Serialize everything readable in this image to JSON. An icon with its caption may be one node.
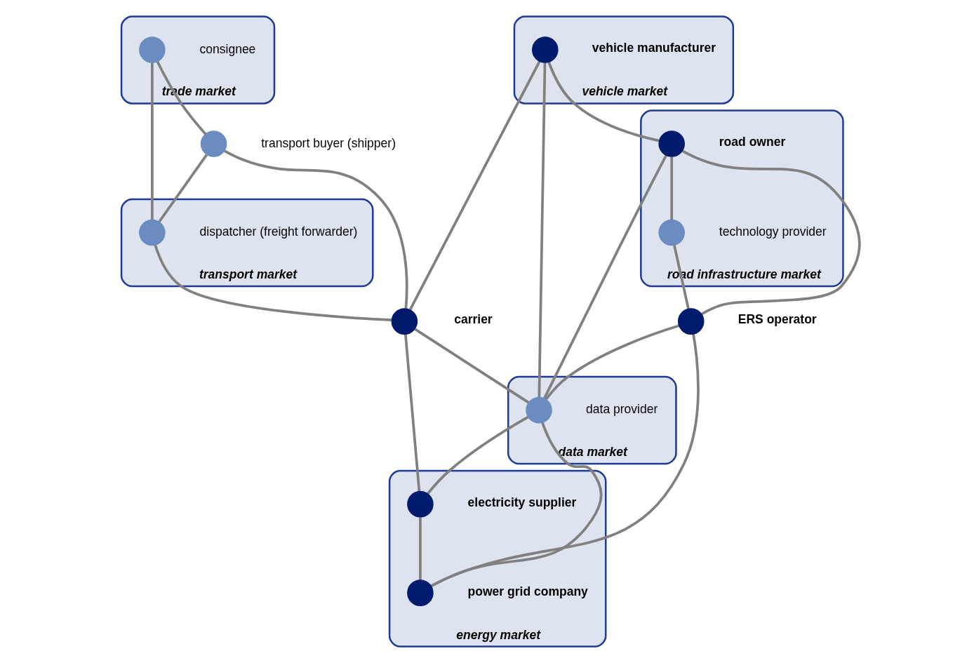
{
  "diagram": {
    "nodes": [
      {
        "text": [
          "trade market"
        ]
      },
      {
        "text": [],
        "shape": "circle",
        "beside": [
          "consignee"
        ],
        "in": 0
      },
      {
        "text": [],
        "shape": "circle",
        "beside": [
          "transport buyer (shipper)"
        ]
      },
      {
        "text": [
          "vehicle market"
        ]
      },
      {
        "text": [],
        "shape": "circle",
        "beside": [
          "vehicle manufacturer"
        ],
        "in": 3
      },
      {
        "text": [
          "road infrastructure market"
        ]
      },
      {
        "text": [],
        "shape": "circle",
        "beside": [
          "road owner"
        ],
        "in": 5
      },
      {
        "text": [],
        "shape": "circle",
        "beside": [
          "technology provider"
        ],
        "in": 5
      },
      {
        "text": [],
        "shape": "circle",
        "beside": [
          "ERS operator"
        ]
      },
      {
        "text": [
          "transport market"
        ]
      },
      {
        "text": [],
        "shape": "circle",
        "beside": [
          "dispatcher (freight forwarder)"
        ],
        "in": 9
      },
      {
        "text": [],
        "shape": "circle",
        "beside": [
          "carrier"
        ]
      },
      {
        "text": [
          "data market"
        ]
      },
      {
        "text": [],
        "shape": "circle",
        "beside": [
          "data provider"
        ],
        "in": 12
      },
      {
        "text": [
          "energy market"
        ]
      },
      {
        "text": [],
        "shape": "circle",
        "beside": [
          "electricity supplier"
        ],
        "in": 14
      },
      {
        "text": [],
        "shape": "circle",
        "beside": [
          "power grid company"
        ],
        "in": 14
      }
    ],
    "edges": [
      {
        "from": 1,
        "to": 2,
        "arrow": "none"
      },
      {
        "from": 1,
        "to": 10,
        "arrow": "none"
      },
      {
        "from": 2,
        "to": 10,
        "arrow": "none"
      },
      {
        "from": 2,
        "to": 11,
        "arrow": "none"
      },
      {
        "from": 10,
        "to": 11,
        "arrow": "none"
      },
      {
        "from": 4,
        "to": 6,
        "arrow": "none"
      },
      {
        "from": 4,
        "to": 13,
        "arrow": "none"
      },
      {
        "from": 4,
        "to": 11,
        "arrow": "none"
      },
      {
        "from": 6,
        "to": 7,
        "arrow": "none"
      },
      {
        "from": 6,
        "to": 8,
        "arrow": "none"
      },
      {
        "from": 6,
        "to": 13,
        "arrow": "none"
      },
      {
        "from": 7,
        "to": 8,
        "arrow": "none"
      },
      {
        "from": 11,
        "to": 13,
        "arrow": "none"
      },
      {
        "from": 11,
        "to": 15,
        "arrow": "none"
      },
      {
        "from": 8,
        "to": 13,
        "arrow": "none"
      },
      {
        "from": 13,
        "to": 15,
        "arrow": "none"
      },
      {
        "from": 13,
        "to": 16,
        "arrow": "none"
      },
      {
        "from": 8,
        "to": 16,
        "arrow": "none"
      },
      {
        "from": 15,
        "to": 16,
        "arrow": "none"
      }
    ]
  }
}
